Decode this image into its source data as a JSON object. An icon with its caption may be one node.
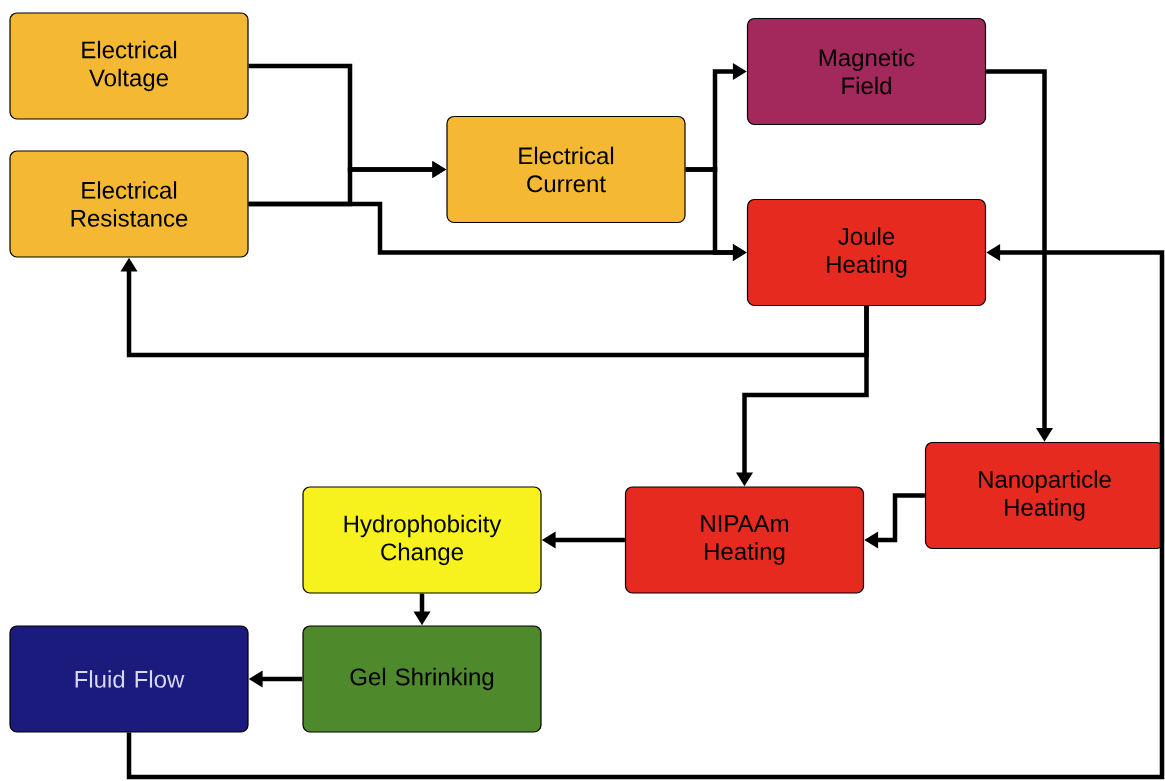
{
  "diagram": {
    "nodes": [
      {
        "text": [
          "Electrical Voltage"
        ]
      },
      {
        "text": [
          "Electrical Resistance"
        ]
      },
      {
        "text": [
          "Electrical Current"
        ]
      },
      {
        "text": [
          "Magnetic Field"
        ]
      },
      {
        "text": [
          "Joule Heating"
        ]
      },
      {
        "text": [
          "Nanoparticle Heating"
        ]
      },
      {
        "text": [
          "NIPAAm Heating"
        ]
      },
      {
        "text": [
          "Hydrophobicity Change"
        ]
      },
      {
        "text": [
          "Gel Shrinking"
        ]
      },
      {
        "text": [
          "Fluid Flow"
        ]
      }
    ],
    "edges": [
      {
        "from": 0,
        "to": 2,
        "arrow": "to"
      },
      {
        "from": 1,
        "to": 2,
        "arrow": "to"
      },
      {
        "from": 1,
        "to": 4,
        "arrow": "to"
      },
      {
        "from": 2,
        "to": 3,
        "arrow": "to"
      },
      {
        "from": 2,
        "to": 4,
        "arrow": "to"
      },
      {
        "from": 3,
        "to": 5,
        "arrow": "to"
      },
      {
        "from": 4,
        "to": 1,
        "arrow": "to"
      },
      {
        "from": 4,
        "to": 6,
        "arrow": "to"
      },
      {
        "from": 5,
        "to": 6,
        "arrow": "to"
      },
      {
        "from": 6,
        "to": 7,
        "arrow": "to"
      },
      {
        "from": 7,
        "to": 8,
        "arrow": "to"
      },
      {
        "from": 8,
        "to": 9,
        "arrow": "to"
      },
      {
        "from": 9,
        "to": 4,
        "arrow": "to"
      }
    ]
  }
}
